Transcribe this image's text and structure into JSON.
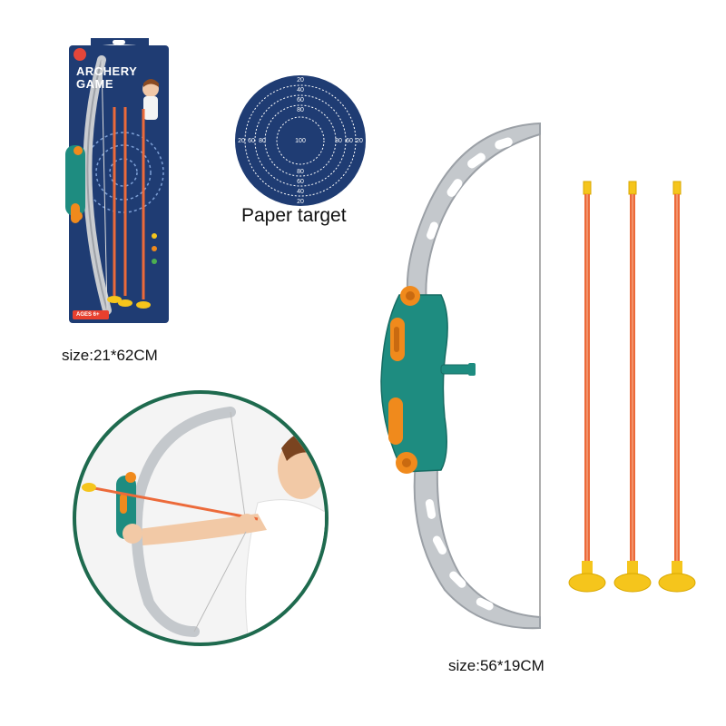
{
  "package": {
    "title_line1": "ARCHERY",
    "title_line2": "GAME",
    "age_label": "AGES 6+"
  },
  "target": {
    "caption": "Paper target",
    "center_label": "100",
    "ring_labels_top": [
      "20",
      "40",
      "60",
      "80"
    ],
    "ring_labels_bottom": [
      "80",
      "60",
      "40",
      "20"
    ],
    "ring_labels_left": [
      "20",
      "60",
      "80"
    ],
    "ring_labels_right": [
      "80",
      "60",
      "20"
    ]
  },
  "captions": {
    "package_size": "size:21*62CM",
    "bow_size": "size:56*19CM"
  },
  "colors": {
    "package_blue": "#1f3c73",
    "bow_grey": "#c4c8cc",
    "grip_teal": "#1e8c80",
    "accent_orange": "#f08a1c",
    "arrow_shaft": "#ec6a3a",
    "suction_cup": "#f5c51c"
  }
}
